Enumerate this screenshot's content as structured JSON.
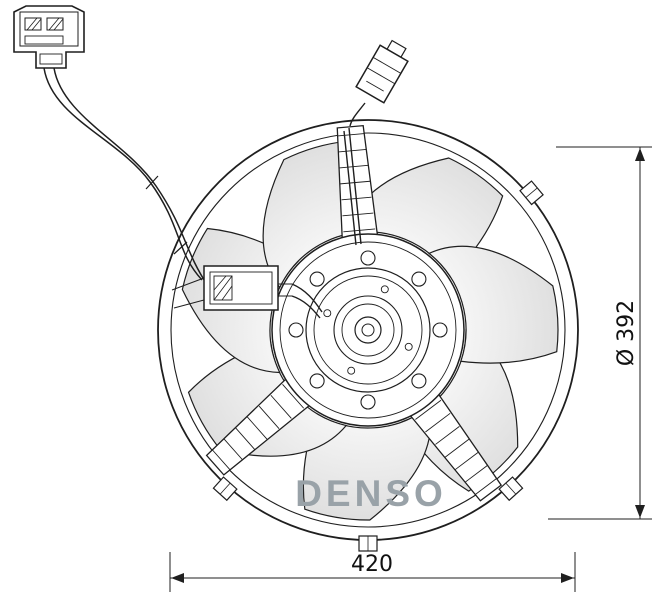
{
  "drawing": {
    "title_hint": "radiator-fan-technical-drawing",
    "watermark": "DENSO",
    "dimensions": {
      "width_label": "420",
      "diameter_label": "Ø 392"
    },
    "colors": {
      "line": "#1f1f1f",
      "blade_fill_light": "#f6f6f6",
      "blade_fill_dark": "#dcdcdc",
      "watermark": "#99a2a8",
      "background": "#ffffff"
    }
  }
}
